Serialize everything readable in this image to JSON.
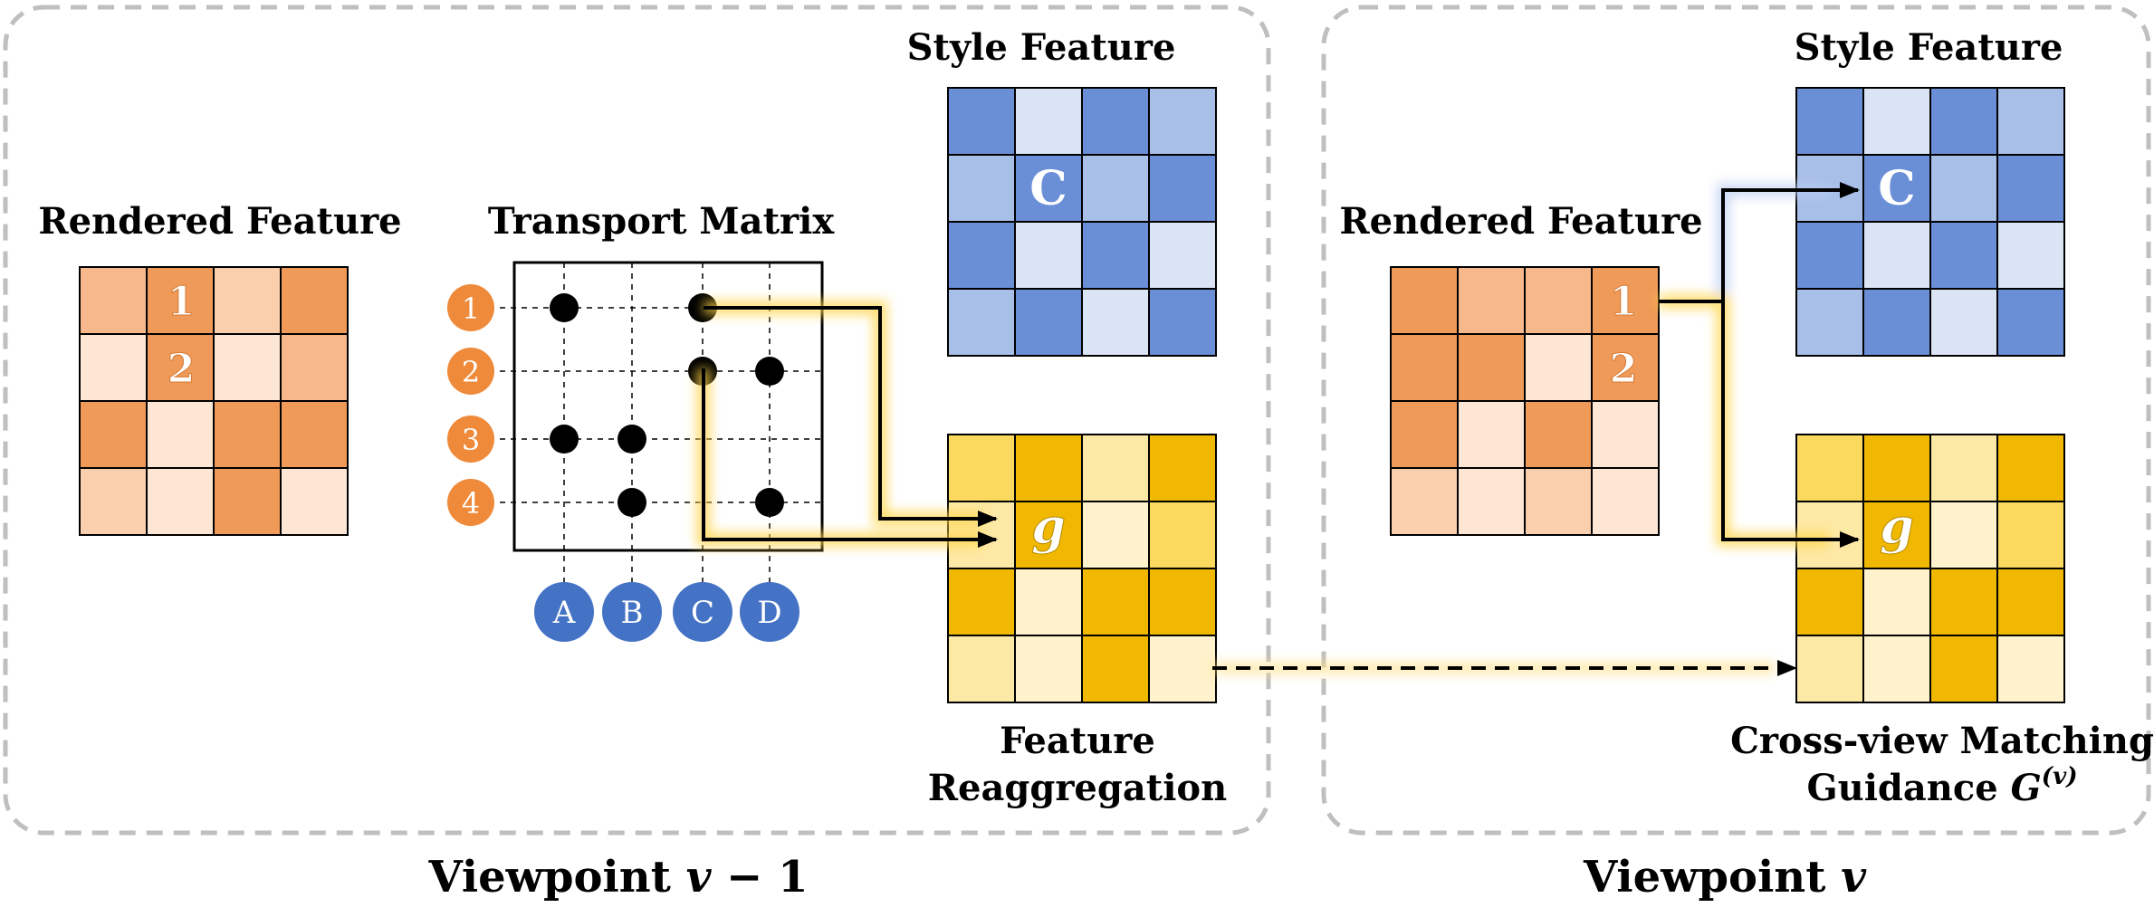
{
  "panels": {
    "left": {
      "caption_prefix": "Viewpoint ",
      "caption_var": "v",
      "caption_suffix": " − 1",
      "rendered_feature_title": "Rendered Feature",
      "transport_matrix_title": "Transport Matrix",
      "style_feature_title": "Style Feature",
      "reaggregation_title_line1": "Feature",
      "reaggregation_title_line2": "Reaggregation"
    },
    "right": {
      "caption_prefix": "Viewpoint ",
      "caption_var": "v",
      "rendered_feature_title": "Rendered Feature",
      "style_feature_title": "Style Feature",
      "guidance_title_line1": "Cross-view Matching",
      "guidance_title_line2_prefix": "Guidance ",
      "guidance_symbol": "G",
      "guidance_superscript": "(v)"
    }
  },
  "labels": {
    "rows": [
      "1",
      "2",
      "3",
      "4"
    ],
    "cols": [
      "A",
      "B",
      "C",
      "D"
    ],
    "marker_1": "1",
    "marker_2": "2",
    "style_marker": "C",
    "guidance_marker": "g"
  },
  "colors": {
    "orange_dark": "#ef9a58",
    "orange_mid": "#f7b98c",
    "orange_light": "#f9cfae",
    "orange_pale": "#fde6d4",
    "blue_dark": "#6a8fd6",
    "blue_mid": "#a8bfe8",
    "blue_pale": "#dbe4f5",
    "gold_dark": "#f0b800",
    "gold_mid": "#fad95e",
    "gold_light": "#fde9a6",
    "gold_pale": "#fff2cc",
    "row_circle": "#ee8a3a",
    "col_circle": "#4472c4",
    "panel_border": "#bfbfbf"
  },
  "grids": {
    "left_rendered": [
      [
        "orange_mid",
        "orange_dark",
        "orange_light",
        "orange_dark"
      ],
      [
        "orange_pale",
        "orange_dark",
        "orange_pale",
        "orange_mid"
      ],
      [
        "orange_dark",
        "orange_pale",
        "orange_dark",
        "orange_dark"
      ],
      [
        "orange_light",
        "orange_pale",
        "orange_dark",
        "orange_pale"
      ]
    ],
    "left_style": [
      [
        "blue_dark",
        "blue_pale",
        "blue_dark",
        "blue_mid"
      ],
      [
        "blue_mid",
        "blue_dark",
        "blue_mid",
        "blue_dark"
      ],
      [
        "blue_dark",
        "blue_pale",
        "blue_dark",
        "blue_pale"
      ],
      [
        "blue_mid",
        "blue_dark",
        "blue_pale",
        "blue_dark"
      ]
    ],
    "left_reagg": [
      [
        "gold_mid",
        "gold_dark",
        "gold_light",
        "gold_dark"
      ],
      [
        "gold_light",
        "gold_dark",
        "gold_pale",
        "gold_mid"
      ],
      [
        "gold_dark",
        "gold_pale",
        "gold_dark",
        "gold_dark"
      ],
      [
        "gold_light",
        "gold_pale",
        "gold_dark",
        "gold_pale"
      ]
    ],
    "right_rendered": [
      [
        "orange_dark",
        "orange_mid",
        "orange_mid",
        "orange_dark"
      ],
      [
        "orange_dark",
        "orange_dark",
        "orange_pale",
        "orange_dark"
      ],
      [
        "orange_dark",
        "orange_pale",
        "orange_dark",
        "orange_pale"
      ],
      [
        "orange_light",
        "orange_pale",
        "orange_light",
        "orange_pale"
      ]
    ],
    "right_style": [
      [
        "blue_dark",
        "blue_pale",
        "blue_dark",
        "blue_mid"
      ],
      [
        "blue_mid",
        "blue_dark",
        "blue_mid",
        "blue_dark"
      ],
      [
        "blue_dark",
        "blue_pale",
        "blue_dark",
        "blue_pale"
      ],
      [
        "blue_mid",
        "blue_dark",
        "blue_pale",
        "blue_dark"
      ]
    ],
    "right_guidance": [
      [
        "gold_mid",
        "gold_dark",
        "gold_light",
        "gold_dark"
      ],
      [
        "gold_light",
        "gold_dark",
        "gold_pale",
        "gold_mid"
      ],
      [
        "gold_dark",
        "gold_pale",
        "gold_dark",
        "gold_dark"
      ],
      [
        "gold_light",
        "gold_pale",
        "gold_dark",
        "gold_pale"
      ]
    ]
  },
  "transport_matrix": {
    "dots": [
      [
        0,
        0
      ],
      [
        0,
        2
      ],
      [
        1,
        2
      ],
      [
        1,
        3
      ],
      [
        2,
        0
      ],
      [
        2,
        1
      ],
      [
        3,
        1
      ],
      [
        3,
        3
      ]
    ]
  }
}
